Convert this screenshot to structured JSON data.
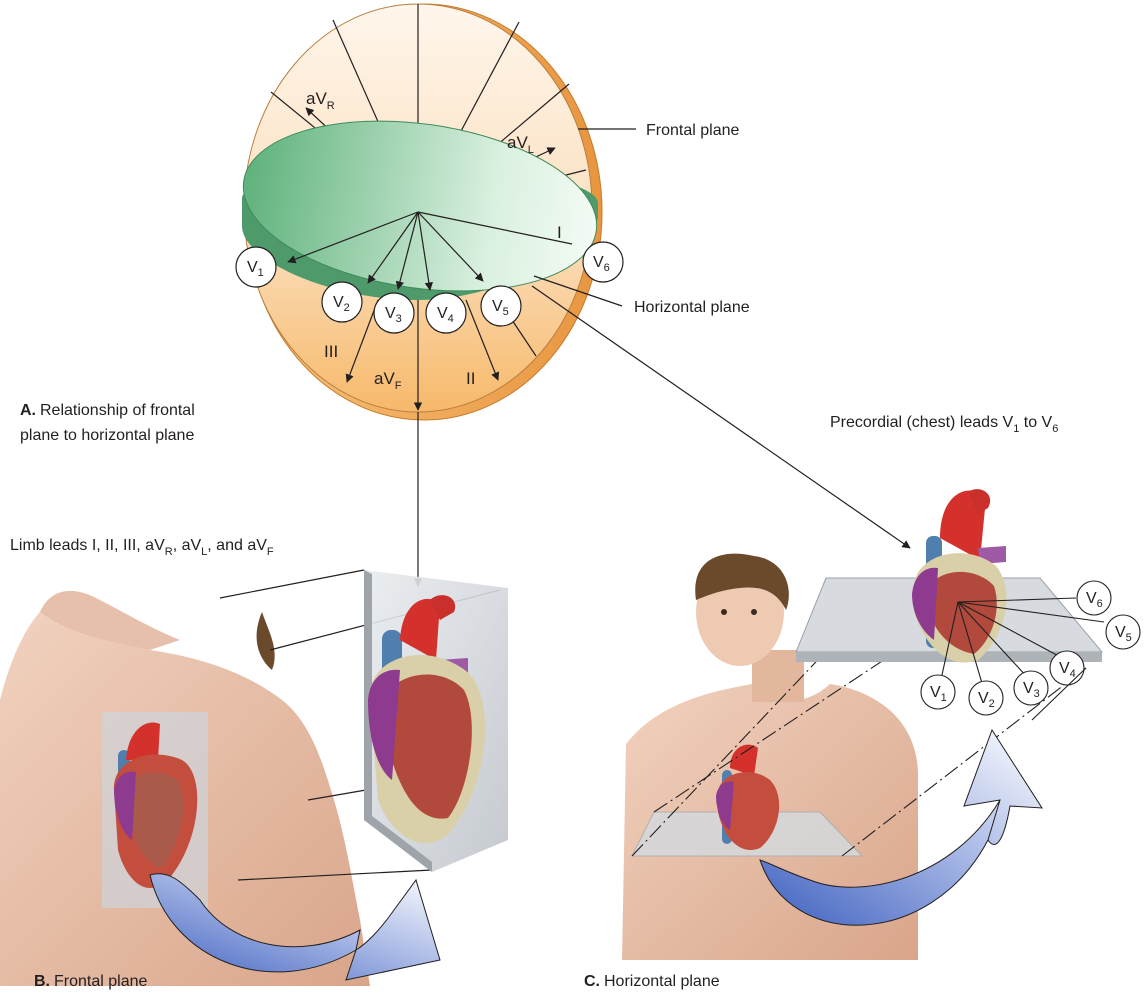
{
  "panel_a": {
    "caption_bold": "A.",
    "caption_line1": "Relationship of frontal",
    "caption_line2": "plane to horizontal plane",
    "frontal_plane_label": "Frontal plane",
    "horizontal_plane_label": "Horizontal plane",
    "limb_leads": {
      "avr": {
        "main": "aV",
        "sub": "R"
      },
      "avl": {
        "main": "aV",
        "sub": "L"
      },
      "avf": {
        "main": "aV",
        "sub": "F"
      },
      "i": "I",
      "ii": "II",
      "iii": "III"
    },
    "chest_leads": [
      {
        "main": "V",
        "sub": "1"
      },
      {
        "main": "V",
        "sub": "2"
      },
      {
        "main": "V",
        "sub": "3"
      },
      {
        "main": "V",
        "sub": "4"
      },
      {
        "main": "V",
        "sub": "5"
      },
      {
        "main": "V",
        "sub": "6"
      }
    ]
  },
  "limb_caption": {
    "prefix": "Limb leads I, II, III, aV",
    "sub_r": "R",
    "mid1": ", aV",
    "sub_l": "L",
    "mid2": ", and aV",
    "sub_f": "F"
  },
  "precordial_caption": {
    "prefix": "Precordial (chest) leads V",
    "sub_1": "1",
    "mid": " to V",
    "sub_6": "6"
  },
  "panel_b": {
    "caption_bold": "B.",
    "caption_text": "Frontal plane"
  },
  "panel_c": {
    "caption_bold": "C.",
    "caption_text": "Horizontal plane",
    "chest_leads": [
      {
        "main": "V",
        "sub": "1"
      },
      {
        "main": "V",
        "sub": "2"
      },
      {
        "main": "V",
        "sub": "3"
      },
      {
        "main": "V",
        "sub": "4"
      },
      {
        "main": "V",
        "sub": "5"
      },
      {
        "main": "V",
        "sub": "6"
      }
    ]
  },
  "colors": {
    "frontal_plane": "#f9c98a",
    "horizontal_plane": "#8fcf9f",
    "skin": "#e8b99c",
    "heart_red": "#d4312c",
    "heart_purple": "#8d3a8f",
    "arrow_blue": "#4f6ec4"
  }
}
